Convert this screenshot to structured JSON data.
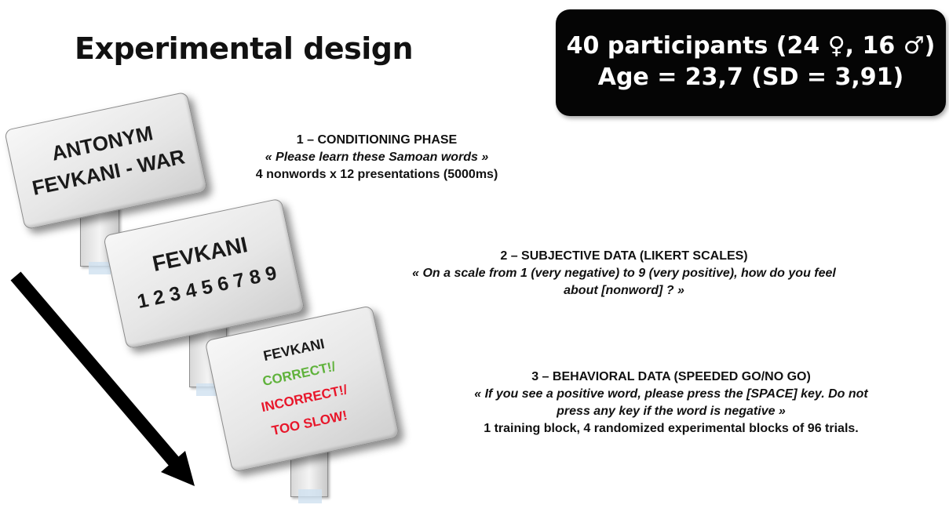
{
  "title": "Experimental design",
  "stats": {
    "line1": "40 participants (24 ♀, 16 ♂)",
    "line2": "Age = 23,7 (SD = 3,91)"
  },
  "signs": {
    "sign1": {
      "line1": "ANTONYM",
      "line2": "FEVKANI - WAR"
    },
    "sign2": {
      "line1": "FEVKANI",
      "line2": "1 2 3 4 5 6 7 8 9"
    },
    "sign3": {
      "line1": "FEVKANI",
      "line2": "CORRECT!/",
      "line3": "INCORRECT!/",
      "line4": "TOO SLOW!"
    }
  },
  "phases": {
    "p1": {
      "heading": "1 – CONDITIONING PHASE",
      "quote": "« Please learn these Samoan words »",
      "detail": "4 nonwords x 12 presentations (5000ms)"
    },
    "p2": {
      "heading": "2 – SUBJECTIVE DATA (LIKERT SCALES)",
      "quote1": "« On a scale from 1 (very negative) to 9 (very positive), how do you feel",
      "quote2": "about [nonword] ? »"
    },
    "p3": {
      "heading": "3 – BEHAVIORAL DATA (SPEEDED GO/NO GO)",
      "quote1": "« If you see a positive word, please press the [SPACE] key. Do not",
      "quote2": "press any key if the word is negative »",
      "detail": "1 training block, 4 randomized experimental blocks of 96 trials."
    }
  },
  "colors": {
    "correct": "#5fb23b",
    "incorrect": "#e8162a",
    "box": "#050505"
  }
}
